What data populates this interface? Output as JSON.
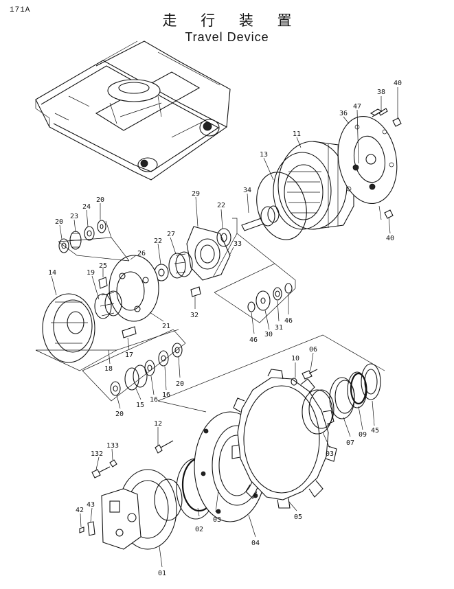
{
  "page_code": "171A",
  "title_jp": "走 行 装 置",
  "title_en": "Travel Device",
  "callouts": {
    "p40a": "40",
    "p38": "38",
    "p47": "47",
    "p36": "36",
    "p11": "11",
    "p13": "13",
    "p34": "34",
    "p40b": "40",
    "p29": "29",
    "p22a": "22",
    "p20a": "20",
    "p24": "24",
    "p23": "23",
    "p20b": "20",
    "p26": "26",
    "p27": "27",
    "p22b": "22",
    "p33": "33",
    "p25": "25",
    "p19": "19",
    "p14": "14",
    "p21": "21",
    "p32": "32",
    "p46a": "46",
    "p31": "31",
    "p30": "30",
    "p46b": "46",
    "p17": "17",
    "p18": "18",
    "p20c": "20",
    "p16a": "16",
    "p16b": "16",
    "p15": "15",
    "p20d": "20",
    "p10": "10",
    "p06": "06",
    "p45": "45",
    "p09": "09",
    "p07": "07",
    "p03a": "03",
    "p12": "12",
    "p133": "133",
    "p132": "132",
    "p43": "43",
    "p42": "42",
    "p02": "02",
    "p03b": "03",
    "p04": "04",
    "p05": "05",
    "p01": "01"
  }
}
